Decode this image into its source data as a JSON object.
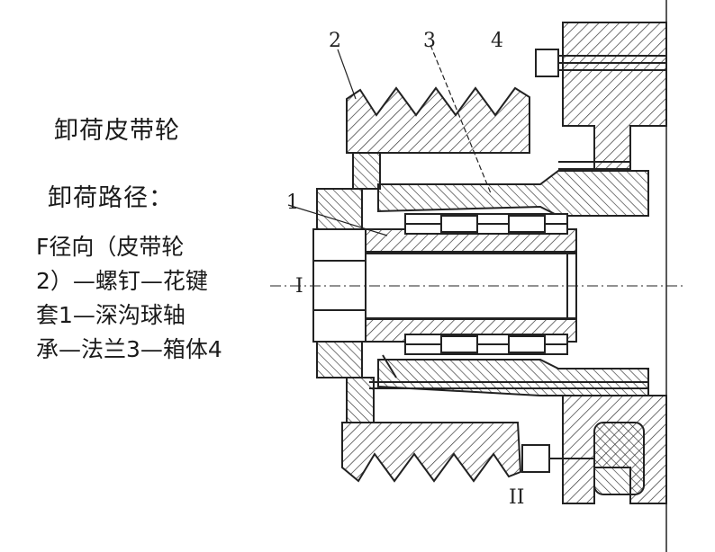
{
  "slide": {
    "title": "卸荷皮带轮",
    "path_heading": "卸荷路径：",
    "path_lines": [
      "F径向（皮带轮",
      "2）—螺钉—花键",
      "套1—深沟球轴",
      "承—法兰3—箱体4"
    ]
  },
  "diagram": {
    "labels": {
      "part_1": "1",
      "part_2": "2",
      "part_3": "3",
      "part_4": "4",
      "section_I": "I",
      "section_II": "II"
    }
  }
}
